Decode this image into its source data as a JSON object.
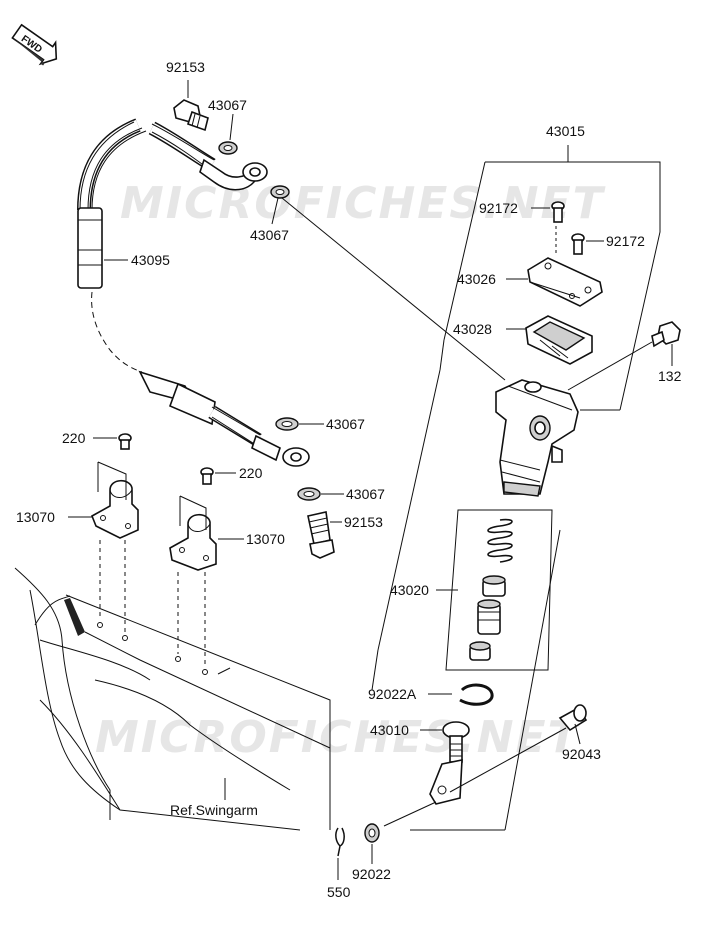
{
  "diagram": {
    "direction_badge": "FWD",
    "watermark": "MICROFICHES.NET",
    "reference_label": "Ref.Swingarm",
    "parts": [
      {
        "key": "p92153a",
        "label": "92153"
      },
      {
        "key": "p43067a",
        "label": "43067"
      },
      {
        "key": "p43067b",
        "label": "43067"
      },
      {
        "key": "p43095",
        "label": "43095"
      },
      {
        "key": "p43067c",
        "label": "43067"
      },
      {
        "key": "p43067d",
        "label": "43067"
      },
      {
        "key": "p92153b",
        "label": "92153"
      },
      {
        "key": "p220a",
        "label": "220"
      },
      {
        "key": "p220b",
        "label": "220"
      },
      {
        "key": "p13070a",
        "label": "13070"
      },
      {
        "key": "p13070b",
        "label": "13070"
      },
      {
        "key": "p43015",
        "label": "43015"
      },
      {
        "key": "p92172a",
        "label": "92172"
      },
      {
        "key": "p92172b",
        "label": "92172"
      },
      {
        "key": "p43026",
        "label": "43026"
      },
      {
        "key": "p43028",
        "label": "43028"
      },
      {
        "key": "p132",
        "label": "132"
      },
      {
        "key": "p43020",
        "label": "43020"
      },
      {
        "key": "p92022A",
        "label": "92022A"
      },
      {
        "key": "p43010",
        "label": "43010"
      },
      {
        "key": "p92043",
        "label": "92043"
      },
      {
        "key": "p550",
        "label": "550"
      },
      {
        "key": "p92022",
        "label": "92022"
      }
    ]
  }
}
